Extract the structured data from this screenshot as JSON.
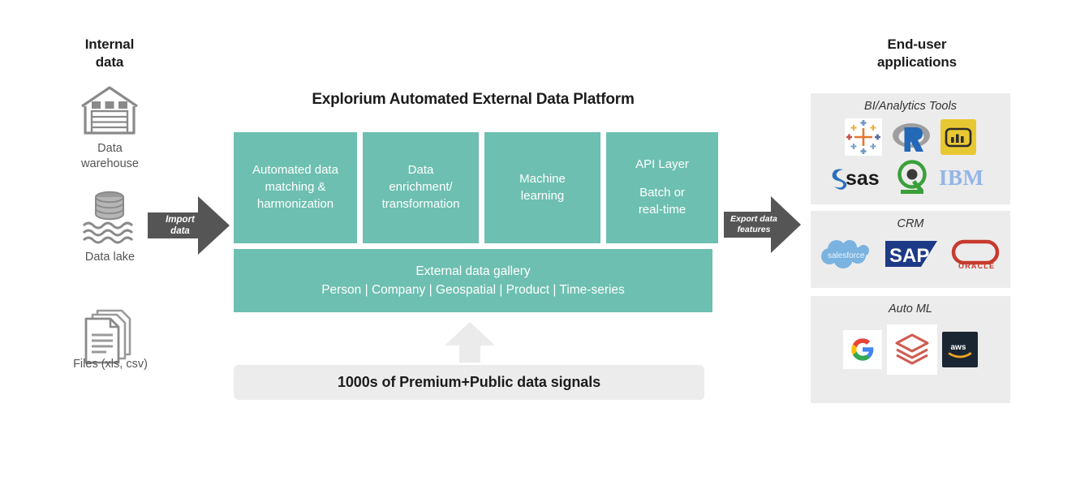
{
  "diagram": {
    "title": "Explorium Automated External Data Platform",
    "left_heading": "Internal\ndata",
    "left_heading_line1": "Internal",
    "left_heading_line2": "data",
    "right_heading_line1": "End-user",
    "right_heading_line2": "applications"
  },
  "sources": [
    {
      "icon": "warehouse-icon",
      "label": "Data\nwarehouse",
      "label_line1": "Data",
      "label_line2": "warehouse"
    },
    {
      "icon": "data-lake-icon",
      "label": "Data lake"
    },
    {
      "icon": "files-icon",
      "label": "Files (xls, csv)"
    }
  ],
  "arrows": {
    "import": {
      "line1": "Import",
      "line2": "data"
    },
    "export": {
      "line1": "Export data",
      "line2": "features"
    },
    "upward": "up-arrow"
  },
  "platform": {
    "capabilities": [
      {
        "lines": [
          "Automated data",
          "matching &",
          "harmonization"
        ]
      },
      {
        "lines": [
          "Data",
          "enrichment/",
          "transformation"
        ]
      },
      {
        "lines": [
          "Machine",
          "learning"
        ]
      },
      {
        "lines": [
          "API Layer",
          "",
          "Batch or",
          "real-time"
        ]
      }
    ],
    "gallery": {
      "title": "External data gallery",
      "subtitle": "Person | Company | Geospatial | Product | Time-series"
    },
    "signals_bar": "1000s of Premium+Public data signals"
  },
  "end_user_panels": [
    {
      "title": "BI/Analytics Tools",
      "logos": [
        {
          "name": "tableau-logo",
          "text": ""
        },
        {
          "name": "r-project-logo",
          "text": "R"
        },
        {
          "name": "power-bi-logo",
          "text": ""
        },
        {
          "name": "sas-logo",
          "text": "sas"
        },
        {
          "name": "qlik-logo",
          "text": ""
        },
        {
          "name": "ibm-logo",
          "text": "IBM"
        }
      ]
    },
    {
      "title": "CRM",
      "logos": [
        {
          "name": "salesforce-logo",
          "text": "salesforce"
        },
        {
          "name": "sap-logo",
          "text": "SAP"
        },
        {
          "name": "oracle-logo",
          "text": "ORACLE"
        }
      ]
    },
    {
      "title": "Auto ML",
      "logos": [
        {
          "name": "google-logo",
          "text": "G"
        },
        {
          "name": "databricks-logo",
          "text": ""
        },
        {
          "name": "aws-logo",
          "text": "aws"
        }
      ]
    }
  ],
  "colors": {
    "teal": "#6dbfb1",
    "panel_gray": "#ececec",
    "arrow_gray": "#555555",
    "up_arrow_gray": "#ebebeb",
    "icon_gray": "#8a8a8a",
    "text_dark": "#1c1c1c",
    "text_muted": "#555555"
  }
}
